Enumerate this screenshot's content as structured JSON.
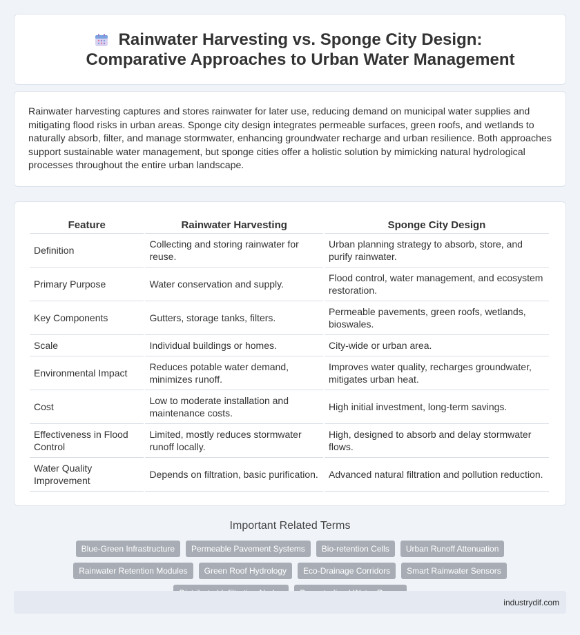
{
  "title": "Rainwater Harvesting vs. Sponge City Design: Comparative Approaches to Urban Water Management",
  "icon": "calendar-icon",
  "intro": "Rainwater harvesting captures and stores rainwater for later use, reducing demand on municipal water supplies and mitigating flood risks in urban areas. Sponge city design integrates permeable surfaces, green roofs, and wetlands to naturally absorb, filter, and manage stormwater, enhancing groundwater recharge and urban resilience. Both approaches support sustainable water management, but sponge cities offer a holistic solution by mimicking natural hydrological processes throughout the entire urban landscape.",
  "table": {
    "headers": [
      "Feature",
      "Rainwater Harvesting",
      "Sponge City Design"
    ],
    "rows": [
      [
        "Definition",
        "Collecting and storing rainwater for reuse.",
        "Urban planning strategy to absorb, store, and purify rainwater."
      ],
      [
        "Primary Purpose",
        "Water conservation and supply.",
        "Flood control, water management, and ecosystem restoration."
      ],
      [
        "Key Components",
        "Gutters, storage tanks, filters.",
        "Permeable pavements, green roofs, wetlands, bioswales."
      ],
      [
        "Scale",
        "Individual buildings or homes.",
        "City-wide or urban area."
      ],
      [
        "Environmental Impact",
        "Reduces potable water demand, minimizes runoff.",
        "Improves water quality, recharges groundwater, mitigates urban heat."
      ],
      [
        "Cost",
        "Low to moderate installation and maintenance costs.",
        "High initial investment, long-term savings."
      ],
      [
        "Effectiveness in Flood Control",
        "Limited, mostly reduces stormwater runoff locally.",
        "High, designed to absorb and delay stormwater flows."
      ],
      [
        "Water Quality Improvement",
        "Depends on filtration, basic purification.",
        "Advanced natural filtration and pollution reduction."
      ]
    ]
  },
  "related": {
    "heading": "Important Related Terms",
    "tags": [
      "Blue-Green Infrastructure",
      "Permeable Pavement Systems",
      "Bio-retention Cells",
      "Urban Runoff Attenuation",
      "Rainwater Retention Modules",
      "Green Roof Hydrology",
      "Eco-Drainage Corridors",
      "Smart Rainwater Sensors",
      "Distributed Infiltration Nodes",
      "Decentralized Water Reuse"
    ]
  },
  "footer": "industrydif.com"
}
